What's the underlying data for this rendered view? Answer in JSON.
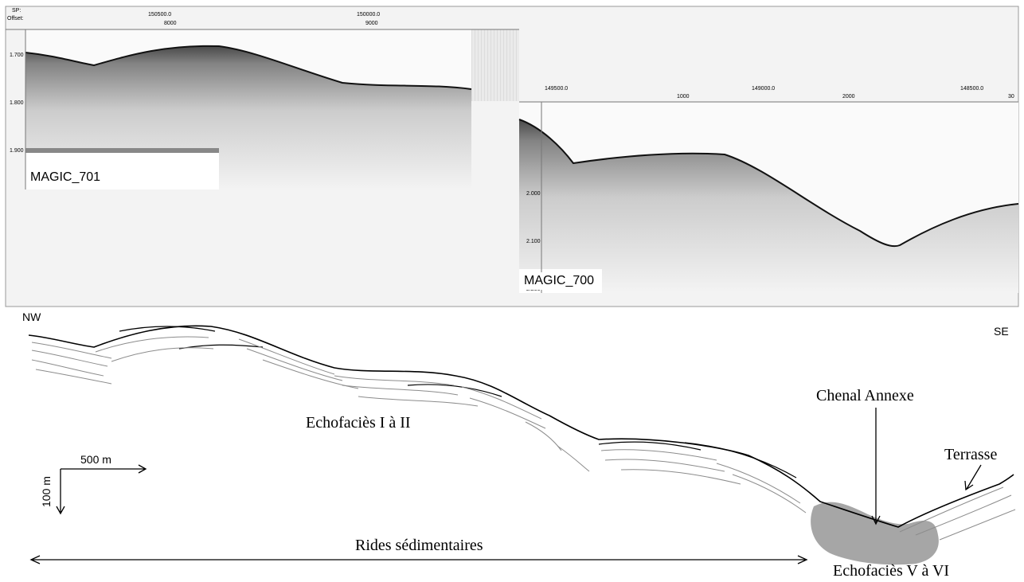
{
  "seismic": {
    "sp_label": "SP:",
    "offset_label": "Offset:",
    "profile_701": {
      "name": "MAGIC_701",
      "sp_ticks": [
        "150500.0",
        "150000.0"
      ],
      "offset_ticks": [
        "8000",
        "9000"
      ],
      "depth_ticks": [
        "1.700",
        "1.800",
        "1.900"
      ]
    },
    "profile_700": {
      "name": "MAGIC_700",
      "sp_ticks": [
        "149500.0",
        "149000.0",
        "148500.0"
      ],
      "offset_ticks": [
        "1000",
        "2000",
        "30"
      ],
      "depth_ticks": [
        "2.000",
        "2.100",
        "2.200"
      ]
    }
  },
  "interpretation": {
    "orientation_left": "NW",
    "orientation_right": "SE",
    "scale_horizontal": "500 m",
    "scale_vertical": "100 m",
    "labels": {
      "echofacies_1": "Echofaciès I à II",
      "chenal": "Chenal Annexe",
      "terrasse": "Terrasse",
      "rides": "Rides sédimentaires",
      "echofacies_2": "Echofaciès V à VI"
    },
    "colors": {
      "line_dark": "#000000",
      "line_grey": "#8c8c8c",
      "fill_channel": "#a6a6a6"
    }
  }
}
